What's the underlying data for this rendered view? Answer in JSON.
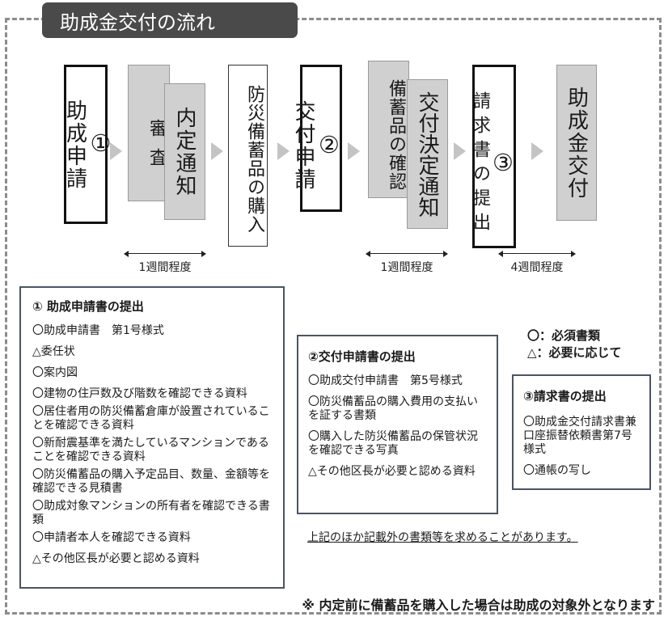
{
  "title": "助成金交付の流れ",
  "steps": {
    "s1": {
      "num": "①",
      "label": "助成申請"
    },
    "s2a": {
      "label": "審査"
    },
    "s2b": {
      "label": "内定通知"
    },
    "s3": {
      "label": "防災備蓄品の購入"
    },
    "s4": {
      "num": "②",
      "label": "交付申請"
    },
    "s5a": {
      "label": "備蓄品の確認"
    },
    "s5b": {
      "label": "交付決定通知"
    },
    "s6": {
      "num": "③",
      "label": "請求書の提出"
    },
    "s7": {
      "label": "助成金交付"
    }
  },
  "durations": [
    "1週間程度",
    "1週間程度",
    "4週間程度"
  ],
  "panel1": {
    "title": "① 助成申請書の提出",
    "items": [
      "〇助成申請書　第1号様式",
      "△委任状",
      "〇案内図",
      "〇建物の住戸数及び階数を確認できる資料",
      "〇居住者用の防災備蓄倉庫が設置されていることを確認できる資料",
      "〇新耐震基準を満たしているマンションであることを確認できる資料",
      "〇防災備蓄品の購入予定品目、数量、金額等を確認できる見積書",
      "〇助成対象マンションの所有者を確認できる書類",
      "〇申請者本人を確認できる資料",
      "△その他区長が必要と認める資料"
    ]
  },
  "panel2": {
    "title": "②交付申請書の提出",
    "items": [
      "〇助成交付申請書　第5号様式",
      "〇防災備蓄品の購入費用の支払いを証する書類",
      "〇購入した防災備蓄品の保管状況を確認できる写真",
      "△その他区長が必要と認める資料"
    ]
  },
  "panel3": {
    "title": "③請求書の提出",
    "items": [
      "〇助成金交付請求書兼口座振替依頼書第7号様式",
      "〇通帳の写し"
    ]
  },
  "legend": {
    "required": "〇：必須書類",
    "optional": "△：必要に応じて"
  },
  "notes": {
    "other_docs": "上記のほか記載外の書類等を求めることがあります。",
    "warning": "※ 内定前に備蓄品を購入した場合は助成の対象外となります"
  }
}
